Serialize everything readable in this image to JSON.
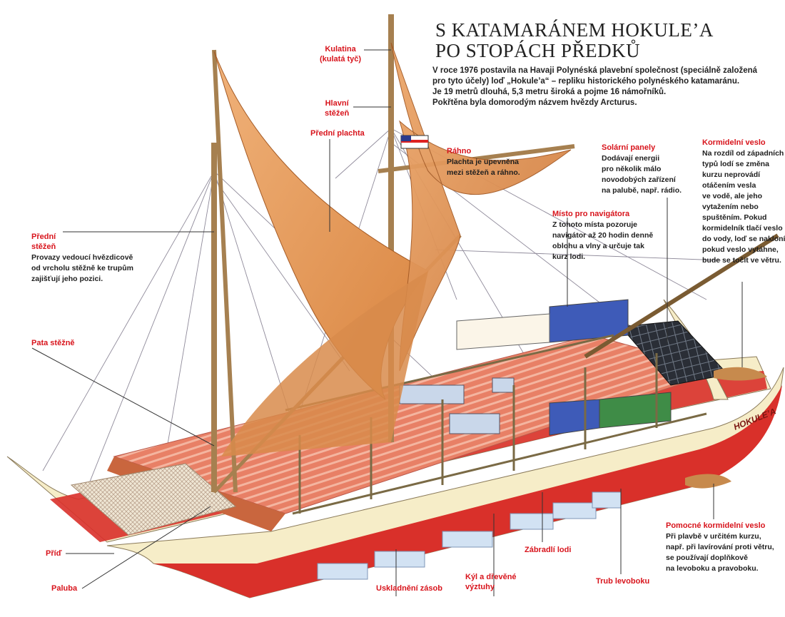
{
  "title": {
    "line1": "S KATAMARÁNEM HOKULE’A",
    "line2": "PO STOPÁCH PŘEDKŮ"
  },
  "intro": [
    "V roce 1976 postavila na Havaji Polynéská plavební společnost (speciálně založená",
    "pro tyto účely) loď „Hokule’a“ – repliku historického polynéského katamaránu.",
    "Je 19 metrů dlouhá, 5,3 metru široká a pojme 16 námořníků.",
    " Pokřtěna byla domorodým názvem hvězdy Arcturus."
  ],
  "hull_name": "HOKULE’A",
  "labels": {
    "kulatina": [
      "Kulatina",
      "(kulatá tyč)"
    ],
    "hlavni_stezen": [
      "Hlavní",
      "stěžeň"
    ],
    "predni_plachta": "Přední plachta",
    "rahno": "Ráhno",
    "rahno_desc": [
      "Plachta je upevněna",
      "mezi stěžeň a ráhno."
    ],
    "solarni_panely": "Solární panely",
    "solarni_desc": [
      "Dodávají energii",
      "pro několik málo",
      "novodobých zařízení",
      "na palubě, např. rádio."
    ],
    "kormidelni_veslo": "Kormidelní veslo",
    "kormidelni_desc": [
      "Na rozdíl od západních",
      "typů lodí se změna",
      "kurzu neprovádí",
      "otáčením vesla",
      "ve vodě, ale jeho",
      "vytažením nebo",
      "spuštěním. Pokud",
      "kormidelník tlačí veslo",
      "do vody, loď se nakloní,",
      "pokud veslo vytáhne,",
      "bude se točit ve větru."
    ],
    "misto_navigatora": "Místo pro navigátora",
    "navigator_desc": [
      "Z tohoto místa pozoruje",
      "navigátor až 20 hodin denně",
      "oblohu a vlny a určuje tak",
      "kurz lodi."
    ],
    "predni_stezen": [
      "Přední",
      "stěžeň"
    ],
    "predni_stezen_desc": [
      "Provazy vedoucí hvězdicově",
      "od vrcholu stěžně ke trupům",
      "zajišťují jeho pozici."
    ],
    "pata_stezne": "Pata stěžně",
    "prid": "Příď",
    "paluba": "Paluba",
    "uskladneni": "Uskladnění zásob",
    "kyl": [
      "Kýl a dřevěné",
      "výztuhy"
    ],
    "zabradli": "Zábradlí lodi",
    "trub": "Trub levoboku",
    "pomocne_veslo": "Pomocné kormidelní veslo",
    "pomocne_desc": [
      "Při plavbě v určitém kurzu,",
      "např. při lavírování proti větru,",
      "se používají doplňkově",
      "na levoboku a pravoboku."
    ]
  },
  "colors": {
    "sail": "#e79a5a",
    "sail_dark": "#c9743a",
    "hull_red": "#d9302a",
    "hull_cream": "#f6edc8",
    "deck": "#e2795f",
    "mast": "#b08a55",
    "label_red": "#d8141c",
    "leader": "#333333",
    "solar": "#2b2f36"
  }
}
